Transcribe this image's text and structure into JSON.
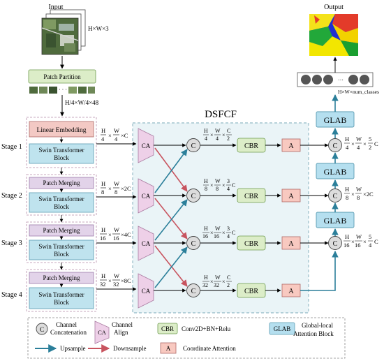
{
  "input_label": "Input",
  "input_dims": "H×W×3",
  "output_label": "Output",
  "patch_partition": "Patch Partition",
  "patch_dims": "H/4×W/4×48",
  "linear_embedding": "Linear Embedding",
  "patch_merging": "Patch Merging",
  "swin_block_line1": "Swin Transformer",
  "swin_block_line2": "Block",
  "stages": [
    "Stage 1",
    "Stage 2",
    "Stage 3",
    "Stage 4"
  ],
  "dsfcf_title": "DSFCF",
  "ca_label": "CA",
  "concat_label": "C",
  "cbr_label": "CBR",
  "attn_label": "A",
  "glab_label": "GLAB",
  "output_dims": "H×W×num_classes",
  "stage_dims": [
    {
      "h": "H",
      "hd": "4",
      "w": "W",
      "wd": "4",
      "c": "×C"
    },
    {
      "h": "H",
      "hd": "8",
      "w": "W",
      "wd": "8",
      "c": "×2C"
    },
    {
      "h": "H",
      "hd": "16",
      "w": "W",
      "wd": "16",
      "c": "×4C"
    },
    {
      "h": "H",
      "hd": "32",
      "w": "W",
      "wd": "32",
      "c": "×8C"
    }
  ],
  "fused_dims": [
    {
      "h": "H",
      "hd": "4",
      "w": "W",
      "wd": "4",
      "cn": "C",
      "cd": "2"
    },
    {
      "h": "H",
      "hd": "8",
      "w": "W",
      "wd": "8",
      "cn": "3",
      "cd": "4",
      "suffix": "C"
    },
    {
      "h": "H",
      "hd": "16",
      "w": "W",
      "wd": "16",
      "cn": "3",
      "cd": "4",
      "suffix": "C"
    },
    {
      "h": "H",
      "hd": "32",
      "w": "W",
      "wd": "32",
      "cn": "C",
      "cd": "2"
    }
  ],
  "right_dims": [
    {
      "h": "H",
      "hd": "4",
      "w": "W",
      "wd": "4",
      "cn": "5",
      "cd": "2",
      "suffix": "C"
    },
    {
      "h": "H",
      "hd": "8",
      "w": "W",
      "wd": "8",
      "c": "×2C"
    },
    {
      "h": "H",
      "hd": "16",
      "w": "W",
      "wd": "16",
      "cn": "5",
      "cd": "4",
      "suffix": "C"
    }
  ],
  "legend": {
    "concat_line1": "Channel",
    "concat_line2": "Concatenation",
    "ca_line1": "Channel",
    "ca_line2": "Align",
    "cbr_desc": "Conv2D+BN+Relu",
    "glab_line1": "Global-local",
    "glab_line2": "Attention Block",
    "upsample": "Upsample",
    "downsample": "Downsample",
    "attn_desc": "Coordinate Attention"
  },
  "colors": {
    "pink_fill": "#f3c9c4",
    "blue_fill": "#bfe3ee",
    "purple_fill": "#e2d3e9",
    "ca_fill": "#eed0e8",
    "cbr_fill": "#dcedc8",
    "attn_fill": "#f8c9c0",
    "glab_fill": "#b5dfef",
    "dsfcf_fill": "#eaf4f7",
    "teal_arrow": "#2b7f9a",
    "red_arrow": "#c8545f",
    "patch_fill": "#dcedc8"
  }
}
